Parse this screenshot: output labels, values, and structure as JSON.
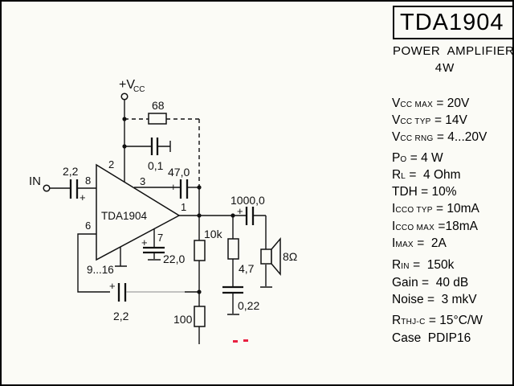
{
  "colors": {
    "background": "#fbfbf6",
    "ink": "#000000",
    "red_mark": "#e82040"
  },
  "title_block": {
    "part_number": "TDA1904",
    "subtitle": "POWER  AMPLIFIER",
    "power_rating": "4W"
  },
  "specs": {
    "lines": [
      {
        "p": "V",
        "s": "CC MAX",
        "v": " = 20V"
      },
      {
        "p": "V",
        "s": "CC TYP",
        "v": " = 14V"
      },
      {
        "p": "V",
        "s": "CC RNG",
        "v": " = 4...20V"
      },
      {
        "p": "P",
        "s": "O",
        "v": " = 4 W"
      },
      {
        "p": "R",
        "s": "L",
        "v": " =  4 Ohm"
      },
      {
        "p": "TDH",
        "s": "",
        "v": " = 10%"
      },
      {
        "p": "I",
        "s": "CCO TYP",
        "v": " = 10mA"
      },
      {
        "p": "I",
        "s": "CCO MAX",
        "v": " =18mA"
      },
      {
        "p": "I",
        "s": "MAX",
        "v": " =  2A"
      },
      {
        "p": "R",
        "s": "IN",
        "v": " =  150k"
      },
      {
        "p": "Gain",
        "s": "",
        "v": " =  40 dB"
      },
      {
        "p": "Noise",
        "s": "",
        "v": " =  3 mkV"
      },
      {
        "p": "R",
        "s": "THJ-C",
        "v": " = 15°C/W"
      },
      {
        "p": "Case",
        "s": "",
        "v": "  PDIP16"
      }
    ]
  },
  "schematic": {
    "ic": {
      "label": "TDA1904",
      "pins": {
        "p1": "1",
        "p2": "2",
        "p3": "3",
        "p6": "6",
        "p7": "7",
        "p8": "8",
        "gnd": "9...16"
      }
    },
    "labels": {
      "input": "IN",
      "vcc": "+V",
      "vcc_sub": "CC",
      "plus": "+",
      "r68": "68",
      "c01": "0,1",
      "c47": "47,0",
      "cin": "2,2",
      "cfb": "2,2",
      "c22": "22,0",
      "c1000": "1000,0",
      "c022": "0,22",
      "r10k": "10k",
      "r47": "4,7",
      "r100": "100",
      "speaker_impedance": "8Ω"
    }
  }
}
